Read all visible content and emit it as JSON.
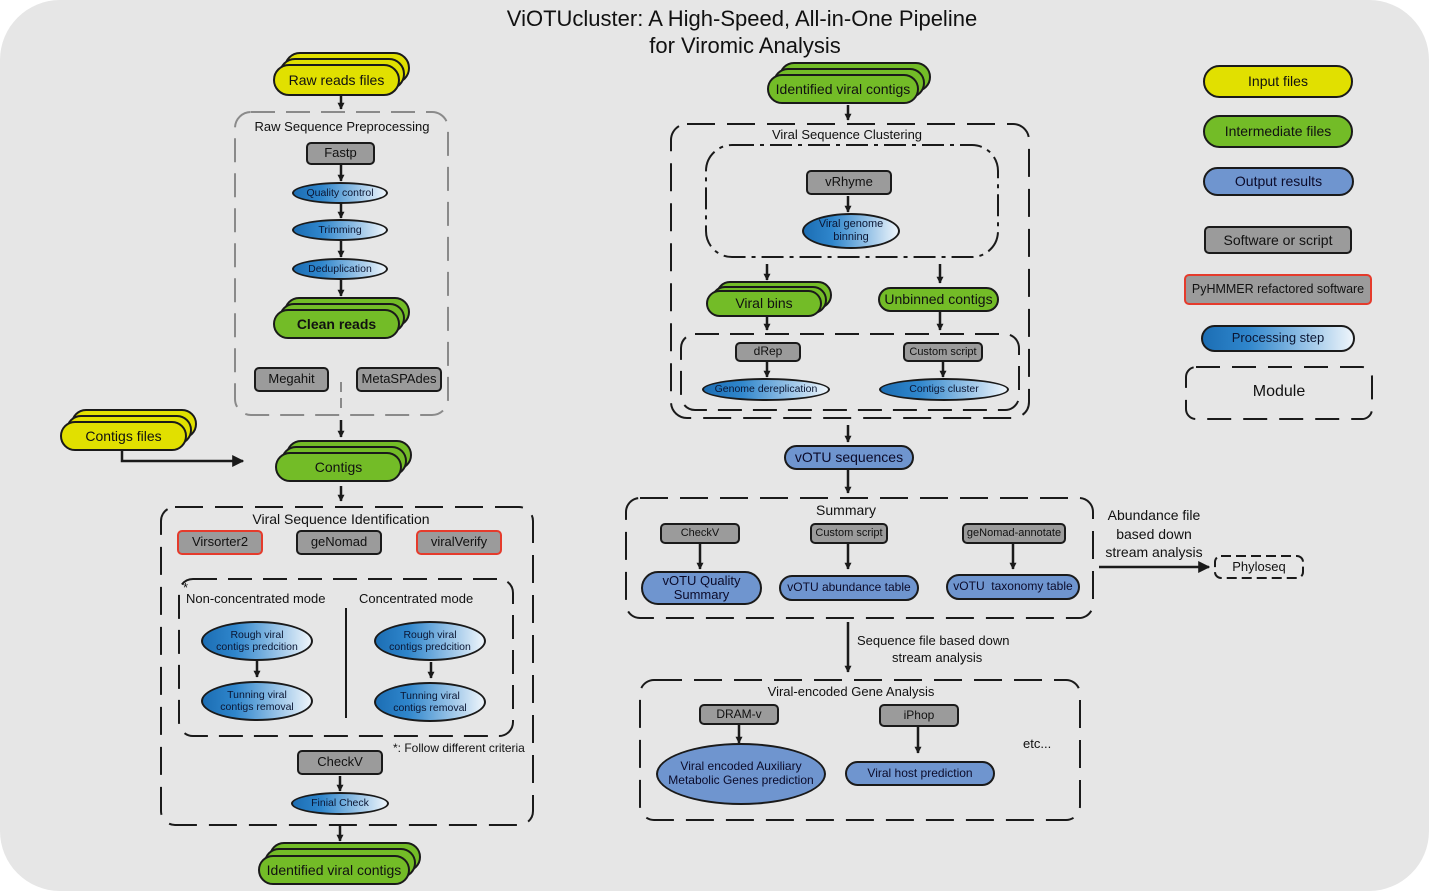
{
  "title_line1": "ViOTUcluster: A High-Speed, All-in-One Pipeline",
  "title_line2": "for Viromic Analysis",
  "preprocessing": {
    "raw_reads_files": "Raw reads files",
    "module_label": "Raw Sequence Preprocessing",
    "fastp": "Fastp",
    "quality_control": "Quality control",
    "trimming": "Trimming",
    "deduplication": "Deduplication",
    "clean_reads": "Clean reads",
    "megahit": "Megahit",
    "metaspades": "MetaSPAdes"
  },
  "contigs_files": "Contigs files",
  "contigs": "Contigs",
  "identification": {
    "module_label": "Viral Sequence Identification",
    "virsorter2": "Virsorter2",
    "genomad": "geNomad",
    "viralverify": "viralVerify",
    "asterisk": "*",
    "non_concentrated_mode": "Non-concentrated mode",
    "concentrated_mode": "Concentrated mode",
    "rough_line1": "Rough viral",
    "rough_line2": "contigs predcition",
    "tunning_line1": "Tunning viral",
    "tunning_line2": "contigs removal",
    "criteria_note": "*: Follow different criteria",
    "checkv": "CheckV",
    "final_check": "Finial Check",
    "identified_viral_contigs": "Identified viral contigs"
  },
  "clustering": {
    "identified_viral_contigs": "Identified viral contigs",
    "module_label": "Viral Sequence Clustering",
    "vrhyme": "vRhyme",
    "binning_line1": "Viral genome",
    "binning_line2": "binning",
    "viral_bins": "Viral bins",
    "unbinned_contigs": "Unbinned contigs",
    "drep": "dRep",
    "custom_script": "Custom script",
    "genome_dereplication": "Genome dereplication",
    "contigs_cluster": "Contigs cluster",
    "votu_sequences": "vOTU sequences"
  },
  "summary": {
    "module_label": "Summary",
    "checkv": "CheckV",
    "custom_script": "Custom script",
    "genomad_annotate": "geNomad-annotate",
    "votu_quality_line1": "vOTU Quality",
    "votu_quality_line2": "Summary",
    "votu_abundance_table": "vOTU abundance table",
    "votu_taxonomy_table": "vOTU  taxonomy table",
    "abundance_line1": "Abundance file",
    "abundance_line2": "based down",
    "abundance_line3": "stream analysis",
    "phyloseq": "Phyloseq"
  },
  "gene_analysis": {
    "sequence_line1": "Sequence file based down",
    "sequence_line2": "stream analysis",
    "module_label": "Viral-encoded Gene Analysis",
    "dram_v": "DRAM-v",
    "iphop": "iPhop",
    "amg_line1": "Viral encoded Auxiliary",
    "amg_line2": "Metabolic Genes prediction",
    "host_prediction": "Viral host prediction",
    "etc": "etc..."
  },
  "legend": {
    "input_files": "Input files",
    "intermediate_files": "Intermediate files",
    "output_results": "Output results",
    "software_or_script": "Software or script",
    "pyhmmer_refactored_software": "PyHMMER refactored software",
    "processing_step": "Processing step",
    "module": "Module"
  },
  "colors": {
    "input_yellow": "#e1e000",
    "intermediate_green": "#73bc27",
    "output_blue": "#6f95cf",
    "software_gray": "#9b9b9b",
    "pyhmmer_red_border": "#e53b2c",
    "processing_blue": "#1c6eb4",
    "background": "#e6e6e6"
  }
}
